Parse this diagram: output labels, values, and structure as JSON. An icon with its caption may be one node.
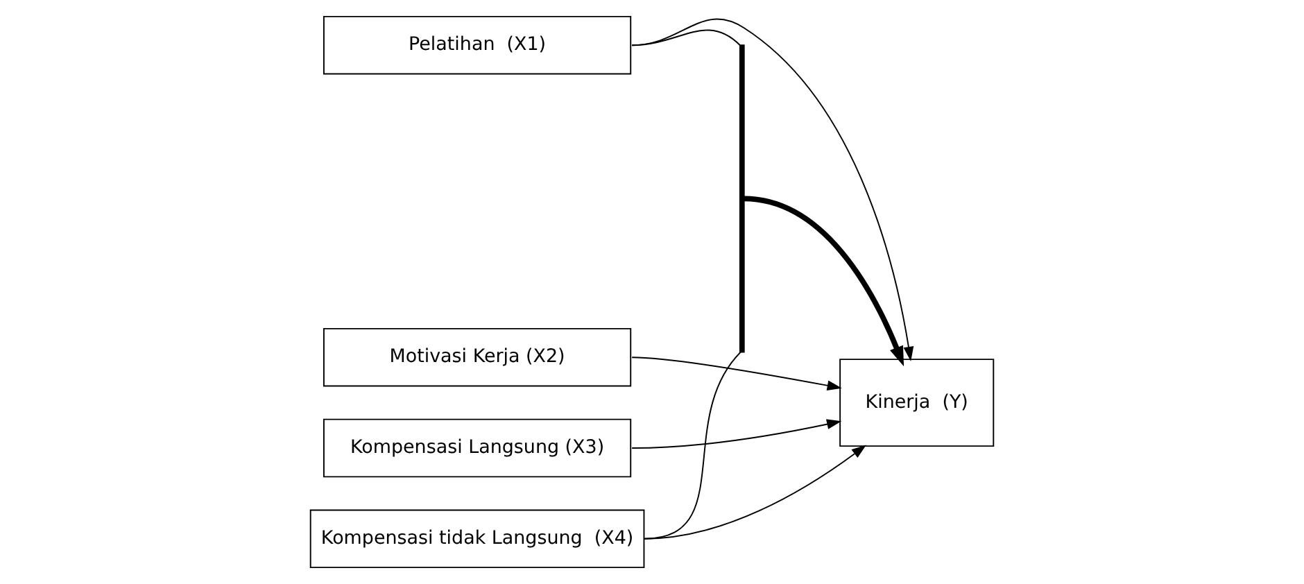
{
  "diagram": {
    "nodes": [
      {
        "text": [
          "Pelatihan  (X1)"
        ]
      },
      {
        "text": [
          "Motivasi Kerja (X2)"
        ]
      },
      {
        "text": [
          "Kompensasi Langsung (X3)"
        ]
      },
      {
        "text": [
          "Kompensasi tidak Langsung  (X4)"
        ]
      },
      {
        "text": [
          "Kinerja  (Y)"
        ]
      },
      {
        "text": [],
        "shape": "bar"
      }
    ],
    "edges": [
      {
        "from": 0,
        "to": 4,
        "arrow": "to"
      },
      {
        "from": 1,
        "to": 4,
        "arrow": "to"
      },
      {
        "from": 2,
        "to": 4,
        "arrow": "to"
      },
      {
        "from": 3,
        "to": 4,
        "arrow": "to"
      },
      {
        "from": 0,
        "to": 5,
        "arrow": "none"
      },
      {
        "from": 3,
        "to": 5,
        "arrow": "none"
      },
      {
        "from": 5,
        "to": 4,
        "arrow": "to",
        "style": "thick"
      }
    ]
  }
}
